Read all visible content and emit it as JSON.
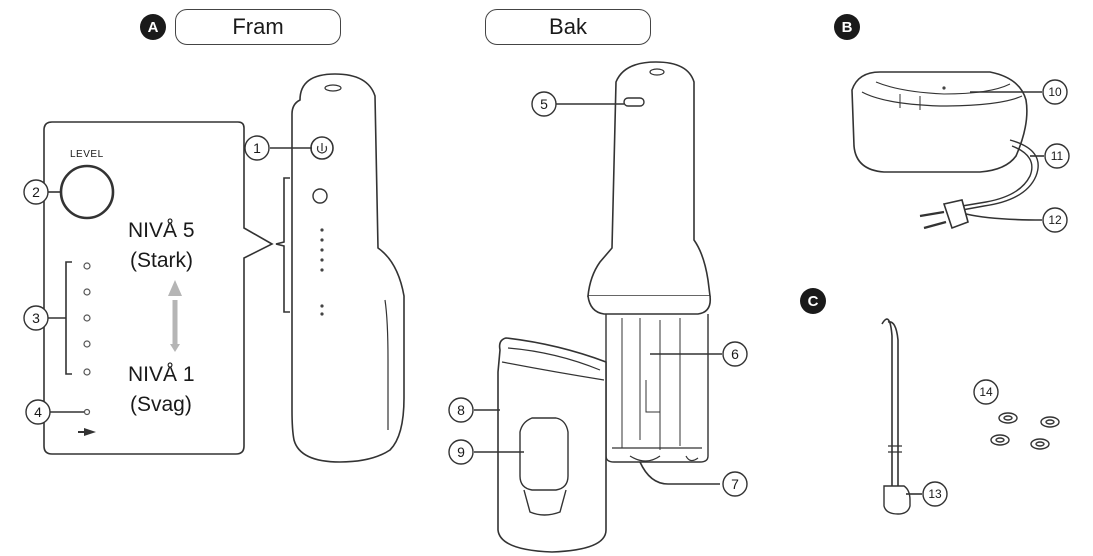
{
  "sections": {
    "a": {
      "badge": "A",
      "front_label": "Fram",
      "back_label": "Bak"
    },
    "b": {
      "badge": "B"
    },
    "c": {
      "badge": "C"
    }
  },
  "callouts": {
    "c1": "1",
    "c2": "2",
    "c3": "3",
    "c4": "4",
    "c5": "5",
    "c6": "6",
    "c7": "7",
    "c8": "8",
    "c9": "9",
    "c10": "10",
    "c11": "11",
    "c12": "12",
    "c13": "13",
    "c14": "14"
  },
  "panel": {
    "level_text": "LEVEL",
    "level5": "NIVÅ 5",
    "level5_desc": "(Stark)",
    "level1": "NIVÅ 1",
    "level1_desc": "(Svag)"
  },
  "colors": {
    "line": "#333333",
    "arrow": "#b5b5b5",
    "badge": "#1a1a1a"
  }
}
